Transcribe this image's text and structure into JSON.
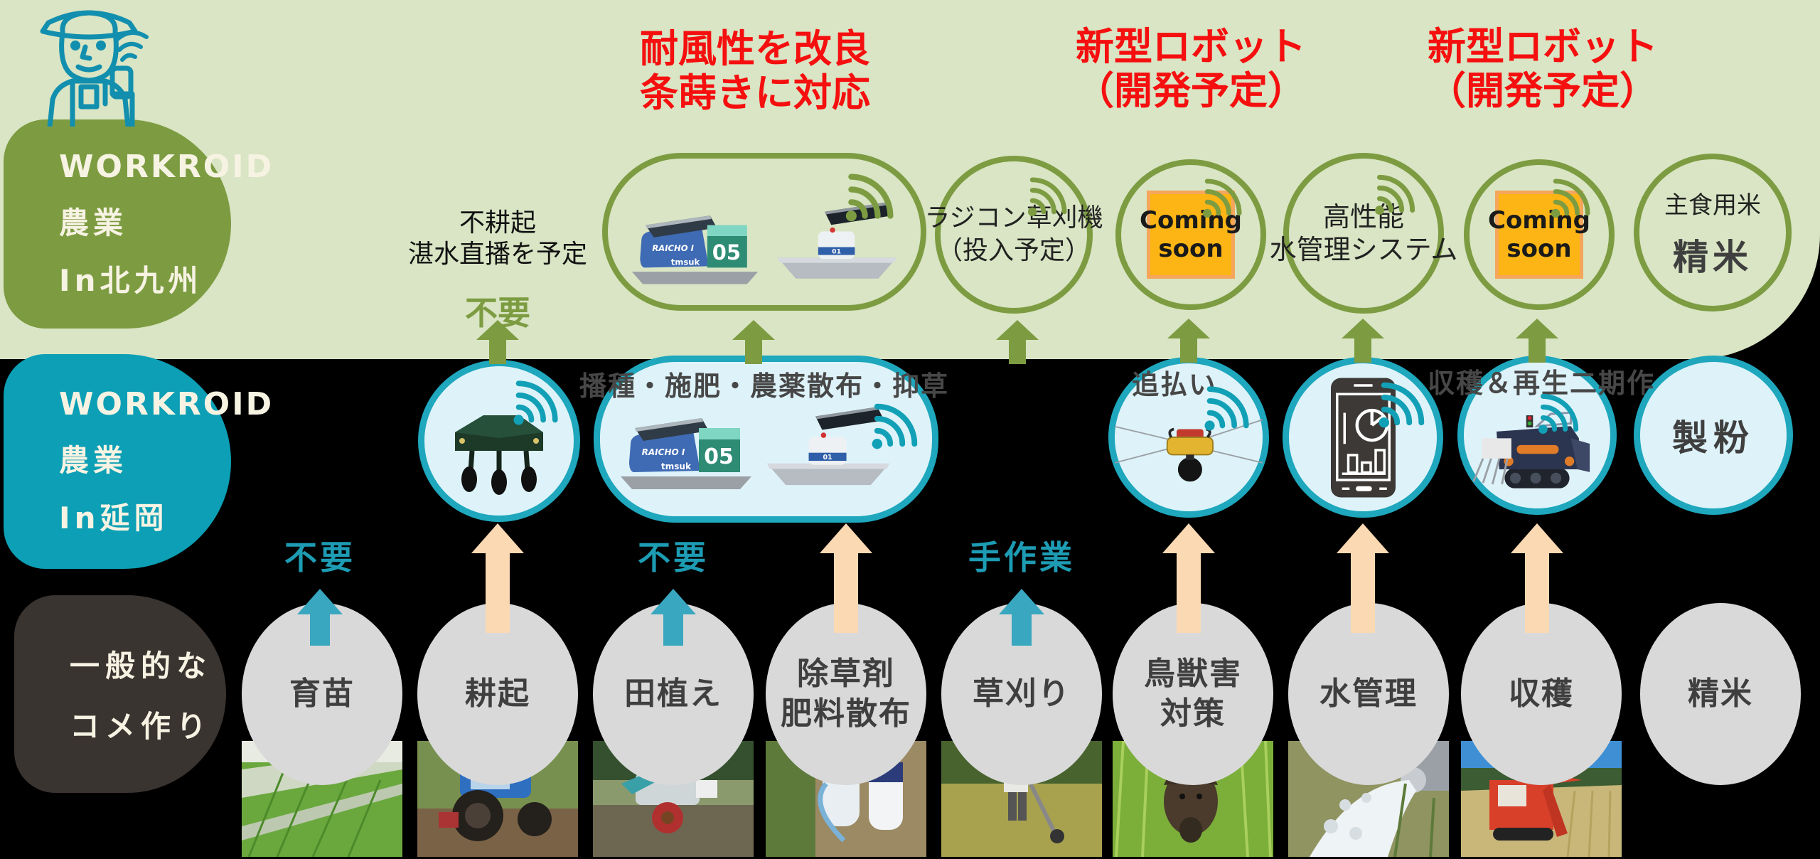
{
  "palette": {
    "band_green": "#d9e5c4",
    "olive": "#7d9c42",
    "teal": "#12a0b6",
    "teal_light": "#def3f9",
    "teal_arrow": "#3aa7c0",
    "peach_arrow": "#fbd9b2",
    "heading_red": "#f50f0f",
    "gray_circle": "#d9d9d9",
    "dark_pill": "#3a3431",
    "coming_soon_bg": "#fcb514",
    "coming_soon_border": "#f5a65b"
  },
  "bands": {
    "kitakyushu": {
      "line1": "WORKROID",
      "line2": "農業",
      "line3": "In北九州"
    },
    "nobeoka": {
      "line1": "WORKROID",
      "line2": "農業",
      "line3": "In延岡"
    },
    "conventional": {
      "line1": "一般的な",
      "line2": "コメ作り"
    }
  },
  "headings": {
    "wind": {
      "line1": "耐風性を改良",
      "line2": "条蒔きに対応"
    },
    "new_robot_1": {
      "line1": "新型ロボット",
      "line2": "（開発予定）"
    },
    "new_robot_2": {
      "line1": "新型ロボット",
      "line2": "（開発予定）"
    }
  },
  "kitakyushu_row": {
    "no_till": {
      "line1": "不耕起",
      "line2": "湛水直播を予定",
      "tag": "不要"
    },
    "mower": {
      "line1": "ラジコン草刈機",
      "line2": "（投入予定）"
    },
    "coming_soon_1": {
      "line1": "Coming",
      "line2": "soon"
    },
    "water_system": {
      "line1": "高性能",
      "line2": "水管理システム"
    },
    "coming_soon_2": {
      "line1": "Coming",
      "line2": "soon"
    },
    "rice": {
      "line1": "主食用米",
      "line2": "精米"
    }
  },
  "nobeoka_row": {
    "multi_caption": "播種・施肥・農薬散布・抑草",
    "bird_caption": "追払い",
    "harvest_caption": "収穫＆再生二期作",
    "milling": "製粉",
    "manual_tags": {
      "ikubyo": "不要",
      "taue": "不要",
      "kusakari": "手作業"
    }
  },
  "robot_marks": {
    "model": "05",
    "brand": "tmsuk",
    "series": "RAICHO",
    "unit": "01"
  },
  "steps": [
    {
      "label": "育苗"
    },
    {
      "label": "耕起"
    },
    {
      "label": "田植え"
    },
    {
      "label": "除草剤",
      "label2": "肥料散布"
    },
    {
      "label": "草刈り"
    },
    {
      "label": "鳥獣害",
      "label2": "対策"
    },
    {
      "label": "水管理"
    },
    {
      "label": "収穫"
    },
    {
      "label": "精米"
    }
  ],
  "photos": [
    "rice-seedlings-field",
    "blue-tractor-tilling",
    "rice-transplanter",
    "pesticide-sprayers",
    "manual-grass-cutting",
    "wild-boar-in-paddy",
    "irrigation-water-outlet",
    "red-combine-harvester"
  ]
}
